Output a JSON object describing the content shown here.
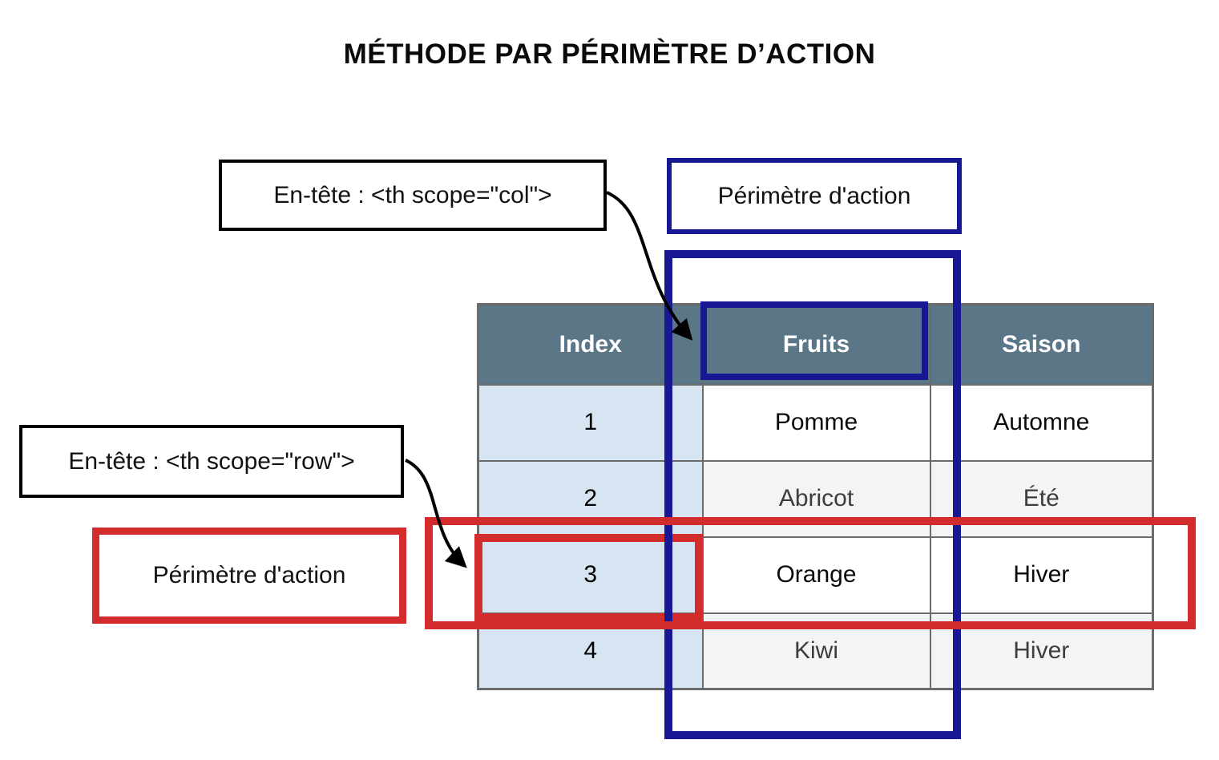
{
  "title": "MÉTHODE PAR PÉRIMÈTRE D’ACTION",
  "annotations": {
    "col_header_label": "En-tête : <th scope=\"col\">",
    "row_header_label": "En-tête : <th scope=\"row\">",
    "col_perimeter_label": "Périmètre d'action",
    "row_perimeter_label": "Périmètre d'action"
  },
  "table": {
    "headers": [
      "Index",
      "Fruits",
      "Saison"
    ],
    "rows": [
      {
        "index": "1",
        "fruit": "Pomme",
        "season": "Automne"
      },
      {
        "index": "2",
        "fruit": "Abricot",
        "season": "Été"
      },
      {
        "index": "3",
        "fruit": "Orange",
        "season": "Hiver"
      },
      {
        "index": "4",
        "fruit": "Kiwi",
        "season": "Hiver"
      }
    ]
  },
  "colors": {
    "navy": "#181894",
    "red": "#d32c2c",
    "header-bg": "#5b7687",
    "header-text": "#ffffff",
    "index-bg": "#d7e4f1",
    "alt-row-bg": "#f4f4f4",
    "alt-row-text": "#3d3d3d",
    "table-border": "#6b6b6b"
  }
}
